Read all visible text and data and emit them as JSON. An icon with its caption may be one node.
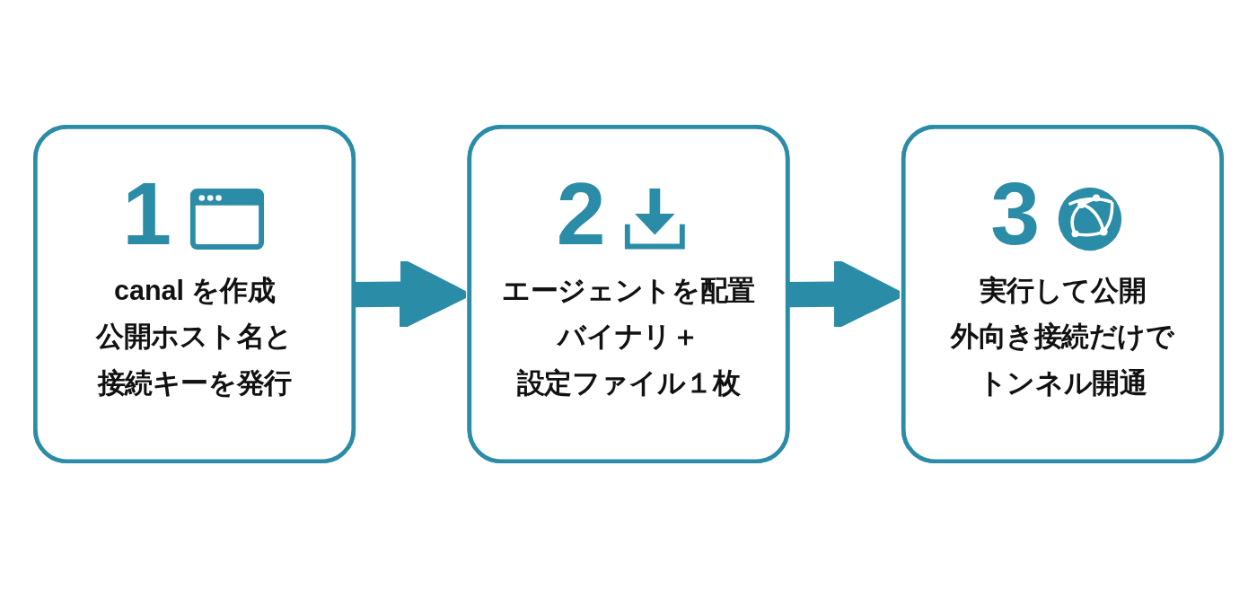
{
  "diagram": {
    "nodes": [
      {
        "text": [
          "1",
          "canal を作成",
          "公開ホスト名と接続キーを発行"
        ]
      },
      {
        "text": [
          "2",
          "エージェントを配置",
          "バイナリ＋設定ファイル１枚"
        ]
      },
      {
        "text": [
          "3",
          "実行して公開",
          "外向き接続だけでトンネル開通"
        ]
      }
    ],
    "edges": [
      {
        "from": 0,
        "to": 1,
        "arrow": "to"
      },
      {
        "from": 1,
        "to": 2,
        "arrow": "to"
      }
    ]
  }
}
